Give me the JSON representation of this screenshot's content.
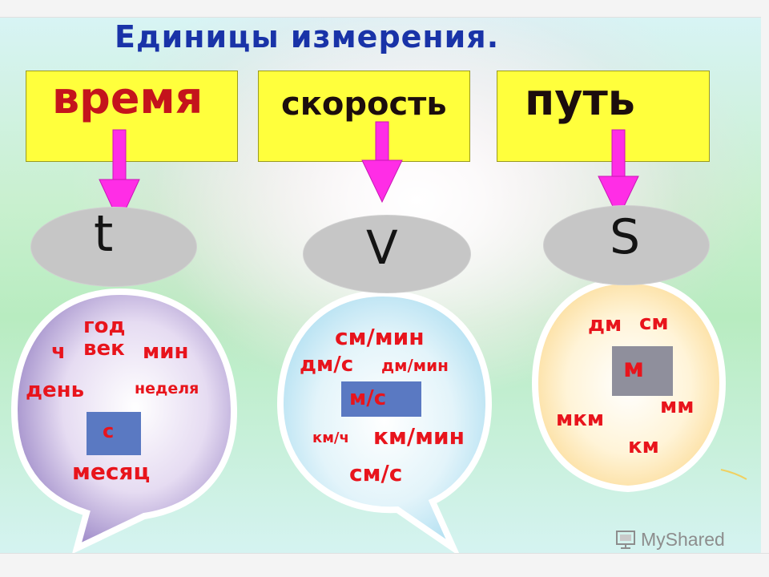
{
  "title": "Единицы измерения.",
  "boxes": {
    "time": "время",
    "speed": "скорость",
    "path": "путь"
  },
  "symbols": {
    "time": "t",
    "speed": "V",
    "path": "S"
  },
  "time_units": {
    "year": "год",
    "hour": "ч",
    "century": "век",
    "minute": "мин",
    "day": "день",
    "week": "неделя",
    "second": "с",
    "month": "месяц"
  },
  "speed_units": {
    "cm_min": "см/мин",
    "dm_s": "дм/с",
    "dm_min": "дм/мин",
    "m_s": "м/с",
    "km_h": "км/ч",
    "km_min": "км/мин",
    "cm_s": "см/с"
  },
  "path_units": {
    "dm": "дм",
    "cm": "см",
    "m": "м",
    "mm": "мм",
    "mkm": "мкм",
    "km": "км"
  },
  "watermark": "MyShared",
  "colors": {
    "title": "#1933a8",
    "box_fill": "#ffff3c",
    "arrow": "#ff2de6",
    "unit_text": "#e8141c",
    "time_bubble": "#9a86c6",
    "speed_bubble": "#a9dcf0",
    "path_bubble": "#fbd88e",
    "base_chip": "#5a79c2",
    "base_chip_path": "#8f8f9c"
  }
}
